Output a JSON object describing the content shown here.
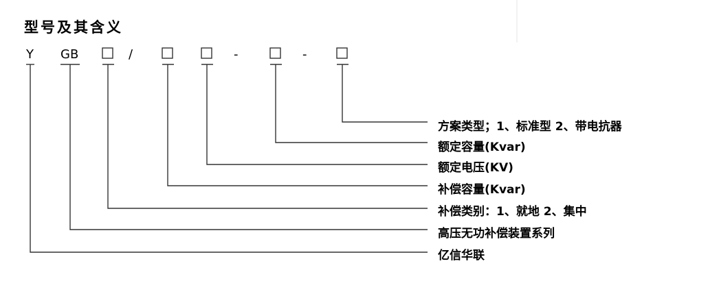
{
  "title": "型号及其含义",
  "model_code": {
    "y": "Y",
    "gb": "GB",
    "slash": "/",
    "dash1": "-",
    "dash2": "-"
  },
  "descriptions": [
    "方案类型；1、标准型  2、带电抗器",
    "额定容量(Kvar)",
    "额定电压(KV)",
    "补偿容量(Kvar)",
    "补偿类别：1、就地  2、集中",
    "高压无功补偿装置系列",
    "亿信华联"
  ]
}
